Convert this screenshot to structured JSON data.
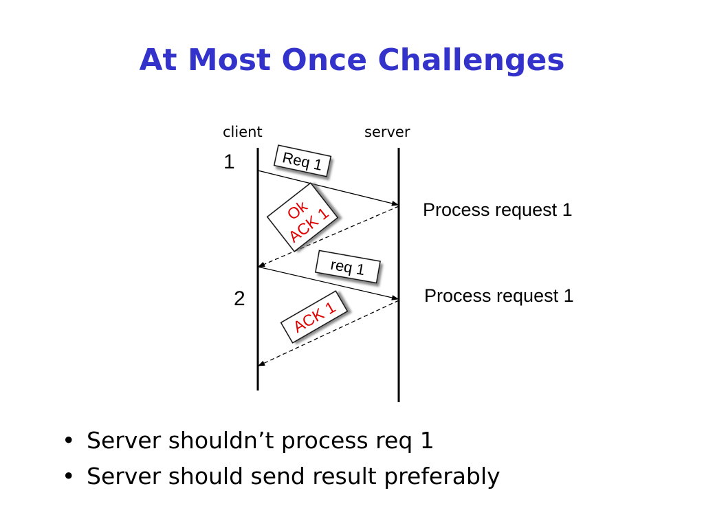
{
  "slide": {
    "title": "At Most Once Challenges"
  },
  "diagram": {
    "client_label": "client",
    "server_label": "server",
    "step_1": "1",
    "step_2": "2",
    "msg_req1": "Req 1",
    "msg_ok": "Ok",
    "msg_ack1": "ACK 1",
    "msg_req1_retry": "req 1",
    "msg_ack1_second": "ACK 1",
    "server_note_1": "Process request 1",
    "server_note_2": "Process request 1"
  },
  "bullets": [
    "Server shouldn’t process req 1",
    "Server should send result preferably"
  ],
  "colors": {
    "title": "#3333cc",
    "ack_text": "#e00000",
    "line": "#000000"
  }
}
